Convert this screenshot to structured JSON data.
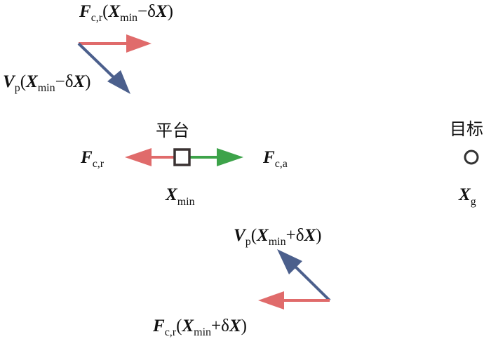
{
  "colors": {
    "repulsive": "#e06b6b",
    "velocity": "#4b5f8c",
    "attractive": "#3da34a",
    "platform": "#3a3232",
    "target": "#333333"
  },
  "labels": {
    "top_force": {
      "main": "F",
      "sub": "c,r",
      "open": "(",
      "var": "X",
      "varsub": "min",
      "op": "−δ",
      "var2": "X",
      "close": ")"
    },
    "top_velocity": {
      "main": "V",
      "sub": "p",
      "open": "(",
      "var": "X",
      "varsub": "min",
      "op": "−δ",
      "var2": "X",
      "close": ")"
    },
    "platform": "平台",
    "target": "目标",
    "center_repulsive": {
      "main": "F",
      "sub": "c,r"
    },
    "center_attractive": {
      "main": "F",
      "sub": "c,a"
    },
    "position_min": {
      "main": "X",
      "sub": "min"
    },
    "position_goal": {
      "main": "X",
      "sub": "g"
    },
    "bottom_velocity": {
      "main": "V",
      "sub": "p",
      "open": "(",
      "var": "X",
      "varsub": "min",
      "op": "+δ",
      "var2": "X",
      "close": ")"
    },
    "bottom_force": {
      "main": "F",
      "sub": "c,r",
      "open": "(",
      "var": "X",
      "varsub": "min",
      "op": "+δ",
      "var2": "X",
      "close": ")"
    }
  }
}
